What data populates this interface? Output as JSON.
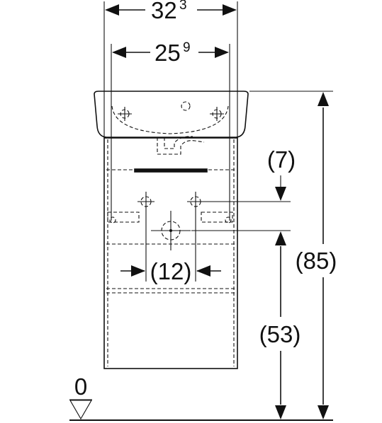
{
  "dimensions": {
    "overall_width": {
      "main": "32",
      "sup": "3"
    },
    "inner_width": {
      "main": "25",
      "sup": "9"
    },
    "offset_7": "(7)",
    "drain_spacing": "(12)",
    "total_height": "(85)",
    "drain_height": "(53)",
    "floor_zero": "0"
  }
}
